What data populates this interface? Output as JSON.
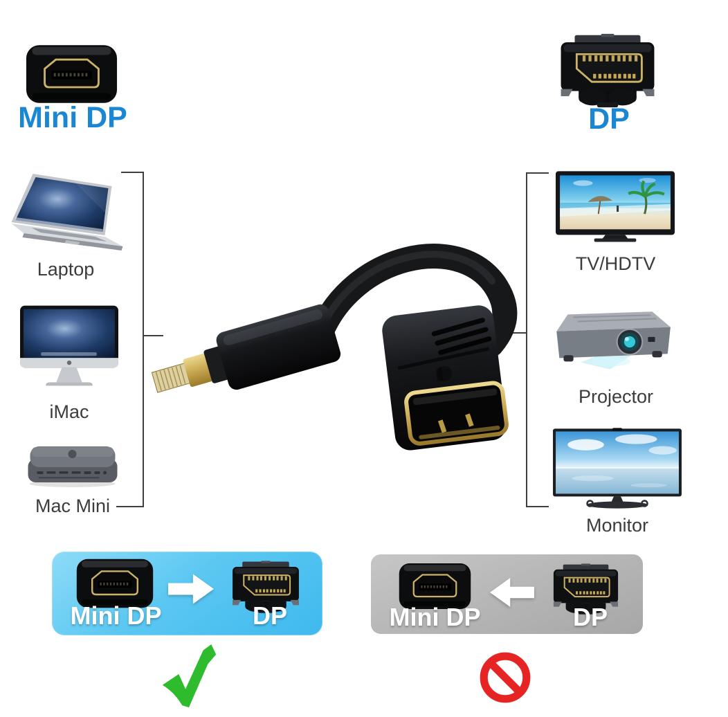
{
  "header": {
    "mini_dp_label": "Mini DP",
    "dp_label": "DP"
  },
  "sources": {
    "items": [
      {
        "id": "laptop",
        "label": "Laptop"
      },
      {
        "id": "imac",
        "label": "iMac"
      },
      {
        "id": "mac-mini",
        "label": "Mac Mini"
      }
    ]
  },
  "displays": {
    "items": [
      {
        "id": "tv",
        "label": "TV/HDTV"
      },
      {
        "id": "projector",
        "label": "Projector"
      },
      {
        "id": "monitor",
        "label": "Monitor"
      }
    ]
  },
  "comparison": {
    "correct": {
      "left_label": "Mini DP",
      "right_label": "DP",
      "arrow_direction": "right",
      "result_icon": "checkmark-icon"
    },
    "wrong": {
      "left_label": "Mini DP",
      "right_label": "DP",
      "arrow_direction": "left",
      "result_icon": "no-symbol-icon"
    }
  },
  "colors": {
    "accent_blue": "#1b87d2",
    "correct_box_bg": "#55c5f1",
    "wrong_box_bg": "#b5b5b5",
    "check_green": "#2ebc2e",
    "prohibit_red": "#e62424",
    "connector_gold": "#c9a850",
    "device_label_gray": "#3c3c3c"
  }
}
